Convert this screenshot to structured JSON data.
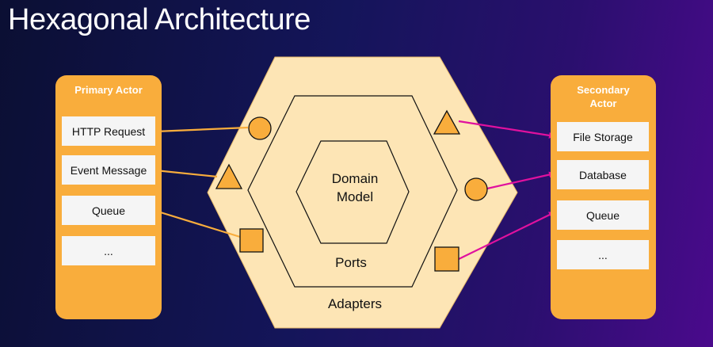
{
  "title": "Hexagonal Architecture",
  "primary_actor": {
    "title": "Primary Actor",
    "items": [
      "HTTP Request",
      "Event Message",
      "Queue",
      "..."
    ]
  },
  "secondary_actor": {
    "title": "Secondary Actor",
    "items": [
      "File Storage",
      "Database",
      "Queue",
      "..."
    ]
  },
  "hexagon": {
    "core_label_line1": "Domain",
    "core_label_line2": "Model",
    "ports_label": "Ports",
    "adapters_label": "Adapters"
  },
  "colors": {
    "outer_hex": "#fde5b5",
    "panel": "#f9ad3c",
    "port_shape": "#f9ad3c",
    "primary_connector": "#f9ad3c",
    "secondary_connector": "#e0119e"
  }
}
